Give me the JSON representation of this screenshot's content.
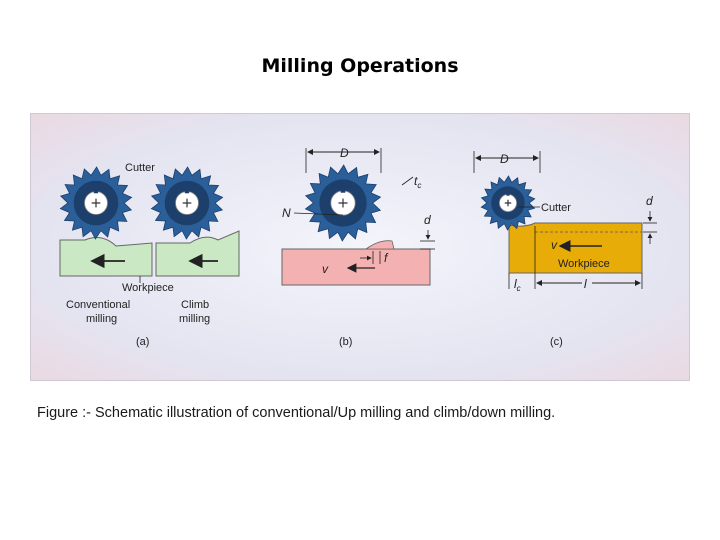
{
  "slide": {
    "title": "Milling Operations",
    "caption": "Figure :- Schematic illustration of conventional/Up milling and climb/down milling."
  },
  "figure": {
    "colors": {
      "background": "#e6e6f3",
      "cutter": "#2a5f99",
      "cutter_dark": "#1c3f6c",
      "hub": "#ffffff",
      "workpiece_a": "#c9e8c3",
      "workpiece_b": "#f4b1b1",
      "workpiece_c": "#e8ac08"
    },
    "panel_a": {
      "cutter_label": "Cutter",
      "workpiece_label": "Workpiece",
      "conventional_label_1": "Conventional",
      "conventional_label_2": "milling",
      "climb_label_1": "Climb",
      "climb_label_2": "milling",
      "sublabel": "(a)"
    },
    "panel_b": {
      "D": "D",
      "tc_main": "t",
      "tc_sub": "c",
      "N": "N",
      "d": "d",
      "f": "f",
      "v": "v",
      "sublabel": "(b)"
    },
    "panel_c": {
      "D": "D",
      "cutter_label": "Cutter",
      "d": "d",
      "v": "v",
      "workpiece_label": "Workpiece",
      "lc_main": "l",
      "lc_sub": "c",
      "l": "l",
      "sublabel": "(c)"
    }
  }
}
